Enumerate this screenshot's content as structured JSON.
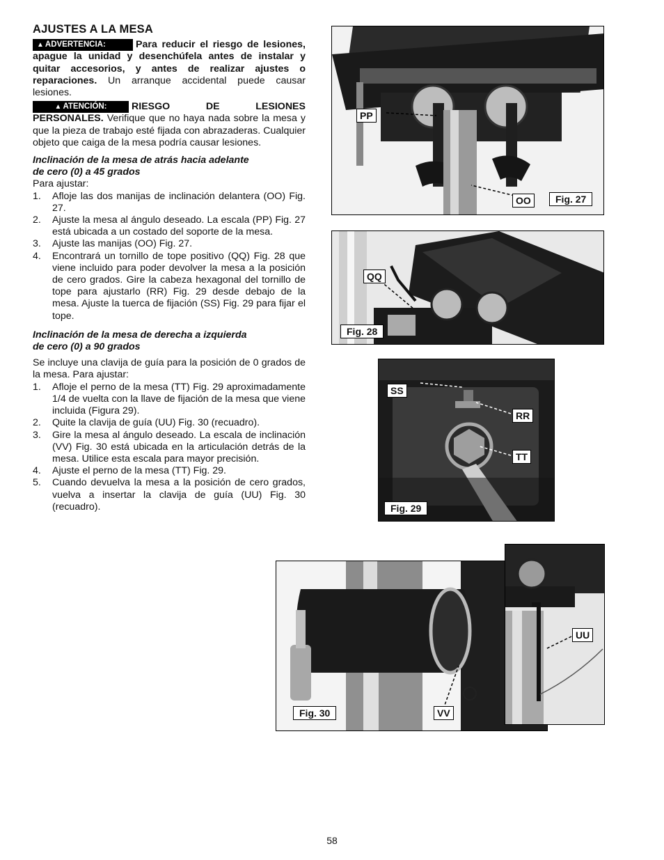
{
  "title": "AJUSTES A LA MESA",
  "warning": {
    "badge": "ADVERTENCIA:",
    "bold": "Para reducir el riesgo de lesiones, apague la unidad y desenchúfela antes de instalar y quitar accesorios, y antes de realizar ajustes o reparaciones.",
    "text": " Un arranque accidental puede causar lesiones."
  },
  "caution": {
    "badge": "ATENCIÓN:",
    "bold": "RIESGO DE LESIONES PERSONALES.",
    "text": " Verifique que no haya nada sobre la mesa y que la pieza de trabajo esté fijada con abrazaderas. Cualquier objeto que caiga de la mesa podría causar lesiones."
  },
  "section1": {
    "heading_line1": "Inclinación de la mesa de atrás hacia adelante",
    "heading_line2": "de cero (0) a 45 grados",
    "intro": "Para ajustar:",
    "steps": [
      {
        "n": "1.",
        "text": "Afloje las dos manijas de inclinación delantera (OO) Fig. 27."
      },
      {
        "n": "2.",
        "text": "Ajuste la mesa al ángulo deseado. La escala (PP) Fig. 27 está ubicada a un costado del soporte de la mesa."
      },
      {
        "n": "3.",
        "text": "Ajuste las manijas (OO) Fig. 27."
      },
      {
        "n": "4.",
        "text": "Encontrará un tornillo de tope positivo (QQ) Fig. 28 que viene incluido para poder devolver la mesa a la posición de cero grados. Gire la cabeza hexagonal del tornillo de tope para ajustarlo (RR) Fig. 29 desde debajo de la mesa. Ajuste la tuerca de fijación (SS) Fig. 29 para fijar el tope."
      }
    ]
  },
  "section2": {
    "heading_line1": "Inclinación de la mesa de derecha a izquierda",
    "heading_line2": "de cero (0) a 90 grados",
    "intro": "Se incluye una clavija de guía para la posición de 0 grados de la mesa. Para ajustar:",
    "steps": [
      {
        "n": "1.",
        "text": "Afloje el perno de la mesa (TT) Fig. 29 aproximadamente 1/4 de vuelta con la llave de fijación de la mesa que viene incluida (Figura 29)."
      },
      {
        "n": "2.",
        "text": "Quite la clavija de guía (UU) Fig. 30 (recuadro)."
      },
      {
        "n": "3.",
        "text": "Gire la mesa al ángulo deseado. La escala de inclinación (VV) Fig. 30 está ubicada en la articulación detrás de la mesa. Utilice esta escala para mayor precisión."
      },
      {
        "n": "4.",
        "text": "Ajuste el perno de la mesa (TT) Fig. 29."
      },
      {
        "n": "5.",
        "text": "Cuando devuelva la mesa a la posición de cero grados, vuelva a insertar la clavija de guía (UU) Fig. 30 (recuadro)."
      }
    ]
  },
  "figures": {
    "fig27": {
      "caption": "Fig. 27",
      "labels": [
        "PP",
        "OO"
      ]
    },
    "fig28": {
      "caption": "Fig. 28",
      "labels": [
        "QQ"
      ]
    },
    "fig29": {
      "caption": "Fig. 29",
      "labels": [
        "SS",
        "RR",
        "TT"
      ]
    },
    "fig30": {
      "caption": "Fig. 30",
      "labels": [
        "VV",
        "UU"
      ]
    }
  },
  "page_number": "58"
}
